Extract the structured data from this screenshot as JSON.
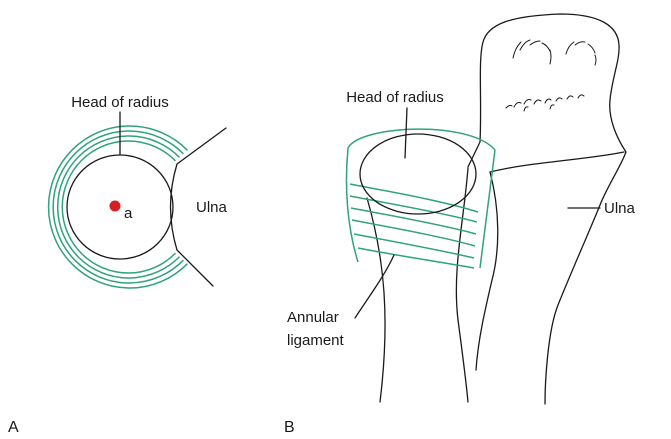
{
  "panel_a": {
    "letter": "A",
    "label_head": "Head of radius",
    "label_ulna": "Ulna",
    "label_axis": "a"
  },
  "panel_b": {
    "letter": "B",
    "label_head": "Head of radius",
    "label_ulna": "Ulna",
    "label_ligament_line1": "Annular",
    "label_ligament_line2": "ligament"
  },
  "colors": {
    "ligament": "#2fa37a",
    "axis_point": "#d42020",
    "ink": "#1a1a1a"
  }
}
